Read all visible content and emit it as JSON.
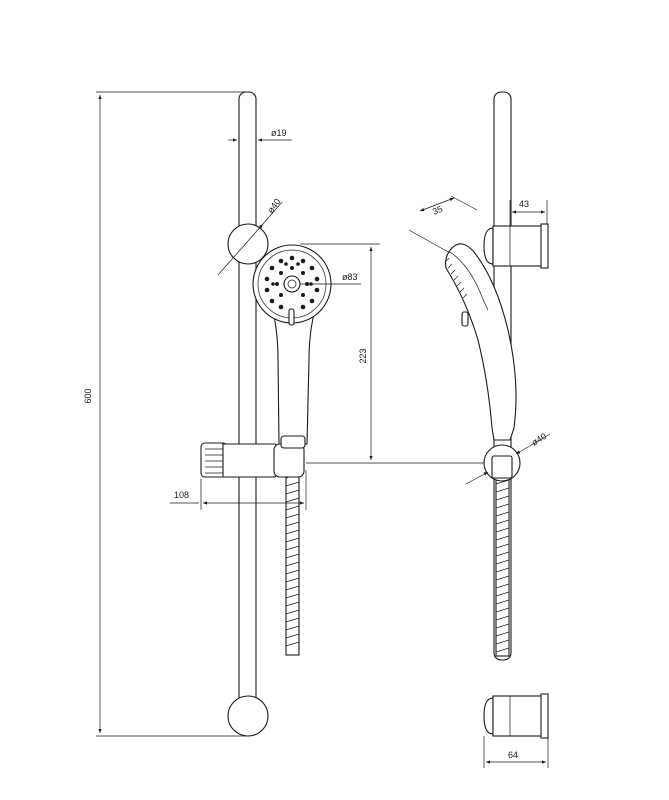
{
  "drawing": {
    "dimensions": {
      "total_height": "600",
      "bar_diameter": "ø19",
      "end_cap_diameter_front": "ø40",
      "head_diameter": "ø83",
      "head_to_holder": "223",
      "holder_offset": "108",
      "head_thickness": "35",
      "bracket_depth": "43",
      "holder_diameter_side": "ø40",
      "bracket_projection": "64"
    }
  }
}
